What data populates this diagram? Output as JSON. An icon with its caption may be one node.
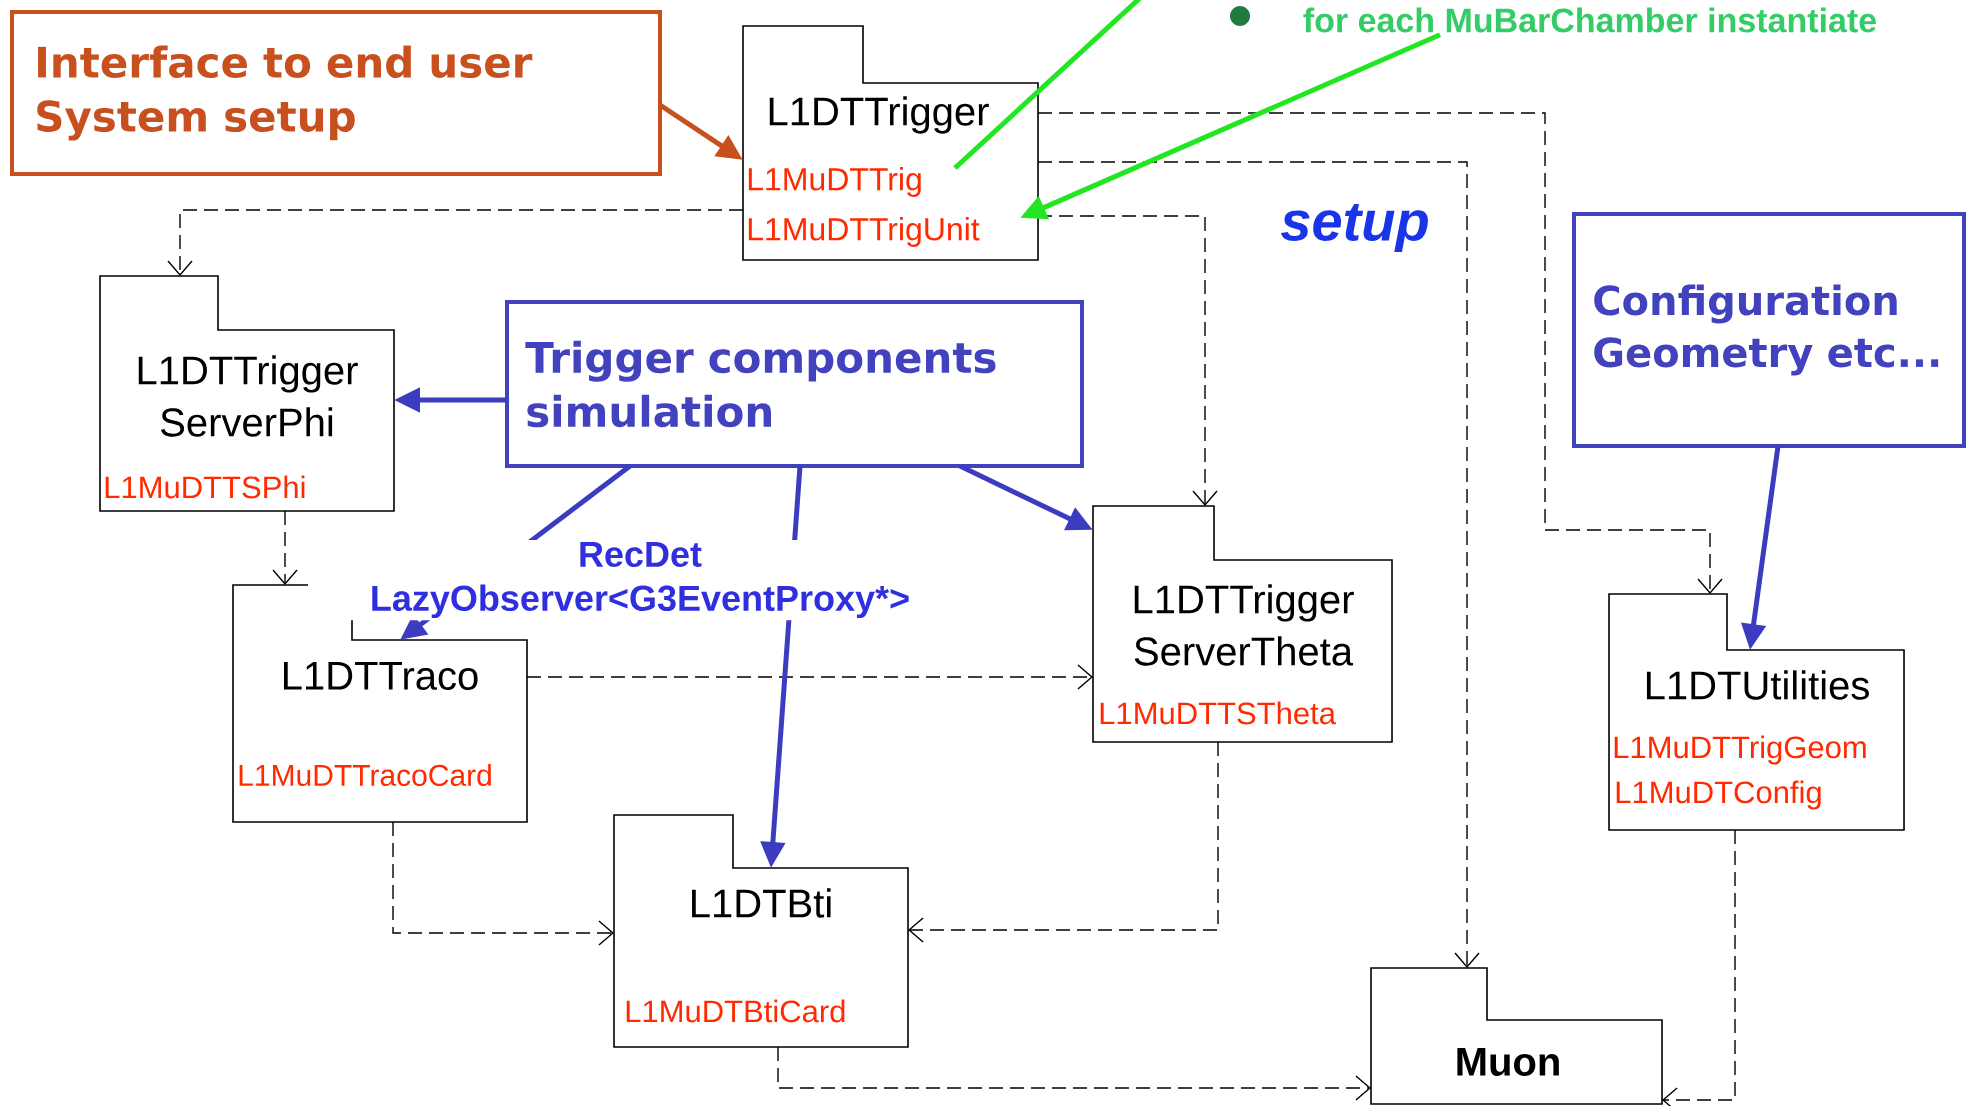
{
  "diagram": {
    "nodes": [
      {
        "text": [
          "Interface to end user System setup"
        ]
      },
      {
        "text": [
          "L1DTTrigger",
          "L1MuDTTrig",
          "L1MuDTTrigUnit"
        ]
      },
      {
        "text": [
          "L1DTTrigger ServerPhi",
          "L1MuDTTSPhi"
        ]
      },
      {
        "text": [
          "Trigger components simulation"
        ]
      },
      {
        "text": [
          "L1DTTraco",
          "L1MuDTTracoCard"
        ]
      },
      {
        "text": [
          "L1DTTrigger ServerTheta",
          "L1MuDTTSTheta"
        ]
      },
      {
        "text": [
          "Configuration Geometry etc..."
        ]
      },
      {
        "text": [
          "L1DTUtilities",
          "L1MuDTTrigGeom",
          "L1MuDTConfig"
        ]
      },
      {
        "text": [
          "L1DTBti",
          "L1MuDTBtiCard"
        ]
      },
      {
        "text": [
          "Muon"
        ]
      },
      {
        "text": [
          "for each MuBarChamber instantiate"
        ]
      }
    ],
    "edges": [
      {
        "from": 0,
        "to": 1,
        "arrow": "to",
        "style": "thick",
        "color": "#c8501e"
      },
      {
        "from": 1,
        "to": 2,
        "arrow": "to",
        "style": "dashed"
      },
      {
        "from": 1,
        "to": 5,
        "arrow": "to",
        "style": "dashed"
      },
      {
        "from": 1,
        "to": 9,
        "arrow": "to",
        "style": "dashed"
      },
      {
        "from": 1,
        "to": 7,
        "arrow": "to",
        "style": "dashed"
      },
      {
        "from": 2,
        "to": 4,
        "arrow": "to",
        "style": "dashed"
      },
      {
        "from": 4,
        "to": 5,
        "arrow": "to",
        "style": "dashed"
      },
      {
        "from": 4,
        "to": 8,
        "arrow": "to",
        "style": "dashed"
      },
      {
        "from": 5,
        "to": 8,
        "arrow": "to",
        "style": "dashed"
      },
      {
        "from": 8,
        "to": 9,
        "arrow": "to",
        "style": "dashed"
      },
      {
        "from": 7,
        "to": 9,
        "arrow": "to",
        "style": "dashed"
      },
      {
        "from": 3,
        "to": 2,
        "arrow": "to",
        "style": "thick",
        "color": "#3c3cc0"
      },
      {
        "from": 3,
        "to": 4,
        "arrow": "to",
        "style": "thick",
        "color": "#3c3cc0"
      },
      {
        "from": 3,
        "to": 8,
        "arrow": "to",
        "style": "thick",
        "color": "#3c3cc0",
        "label": "RecDet LazyObserver<G3EventProxy*>"
      },
      {
        "from": 3,
        "to": 5,
        "arrow": "to",
        "style": "thick",
        "color": "#3c3cc0"
      },
      {
        "from": 6,
        "to": 7,
        "arrow": "to",
        "style": "thick",
        "color": "#3c3cc0"
      },
      {
        "from": null,
        "to": 1,
        "arrow": "none",
        "style": "thick",
        "color": "#22e622"
      },
      {
        "from": 10,
        "to": 1,
        "arrow": "to",
        "style": "thick",
        "color": "#22e622"
      }
    ],
    "labels": [
      "setup"
    ]
  }
}
